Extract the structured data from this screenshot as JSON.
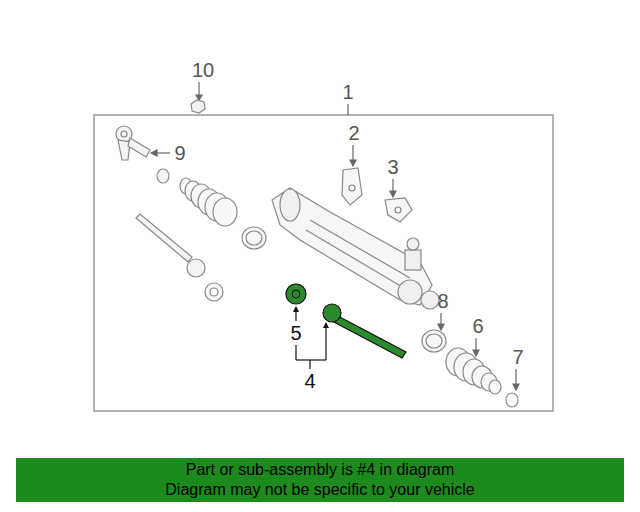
{
  "diagram": {
    "nodes": [
      {
        "text": [
          "Part or sub-assembly is #4 in diagram",
          "Diagram may not be specific to your vehicle"
        ]
      }
    ],
    "labels": [
      "10",
      "1",
      "2",
      "9",
      "3",
      "8",
      "6",
      "5",
      "7",
      "4"
    ]
  }
}
